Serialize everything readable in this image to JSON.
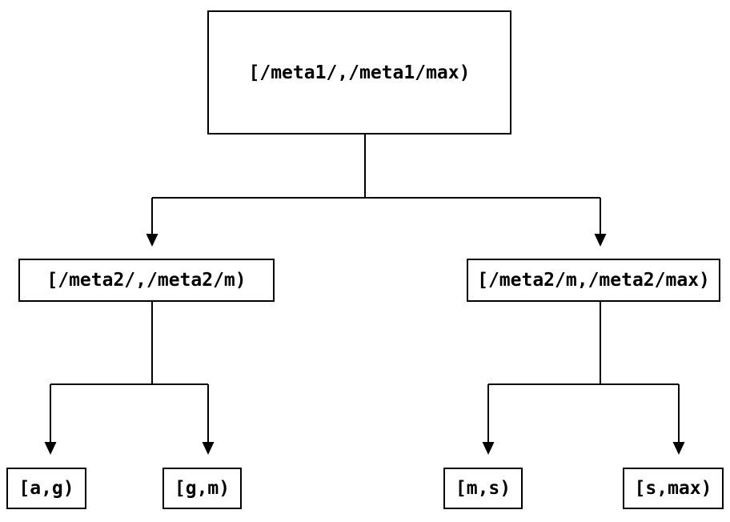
{
  "diagram": {
    "colors": {
      "background": "#ffffff",
      "line": "#000000",
      "text": "#000000"
    },
    "nodes": {
      "root": {
        "label": "[/meta1/,/meta1/max)"
      },
      "left_mid": {
        "label": "[/meta2/,/meta2/m)"
      },
      "right_mid": {
        "label": "[/meta2/m,/meta2/max)"
      },
      "leaf_ag": {
        "label": "[a,g)"
      },
      "leaf_gm": {
        "label": "[g,m)"
      },
      "leaf_ms": {
        "label": "[m,s)"
      },
      "leaf_smax": {
        "label": "[s,max)"
      }
    }
  }
}
